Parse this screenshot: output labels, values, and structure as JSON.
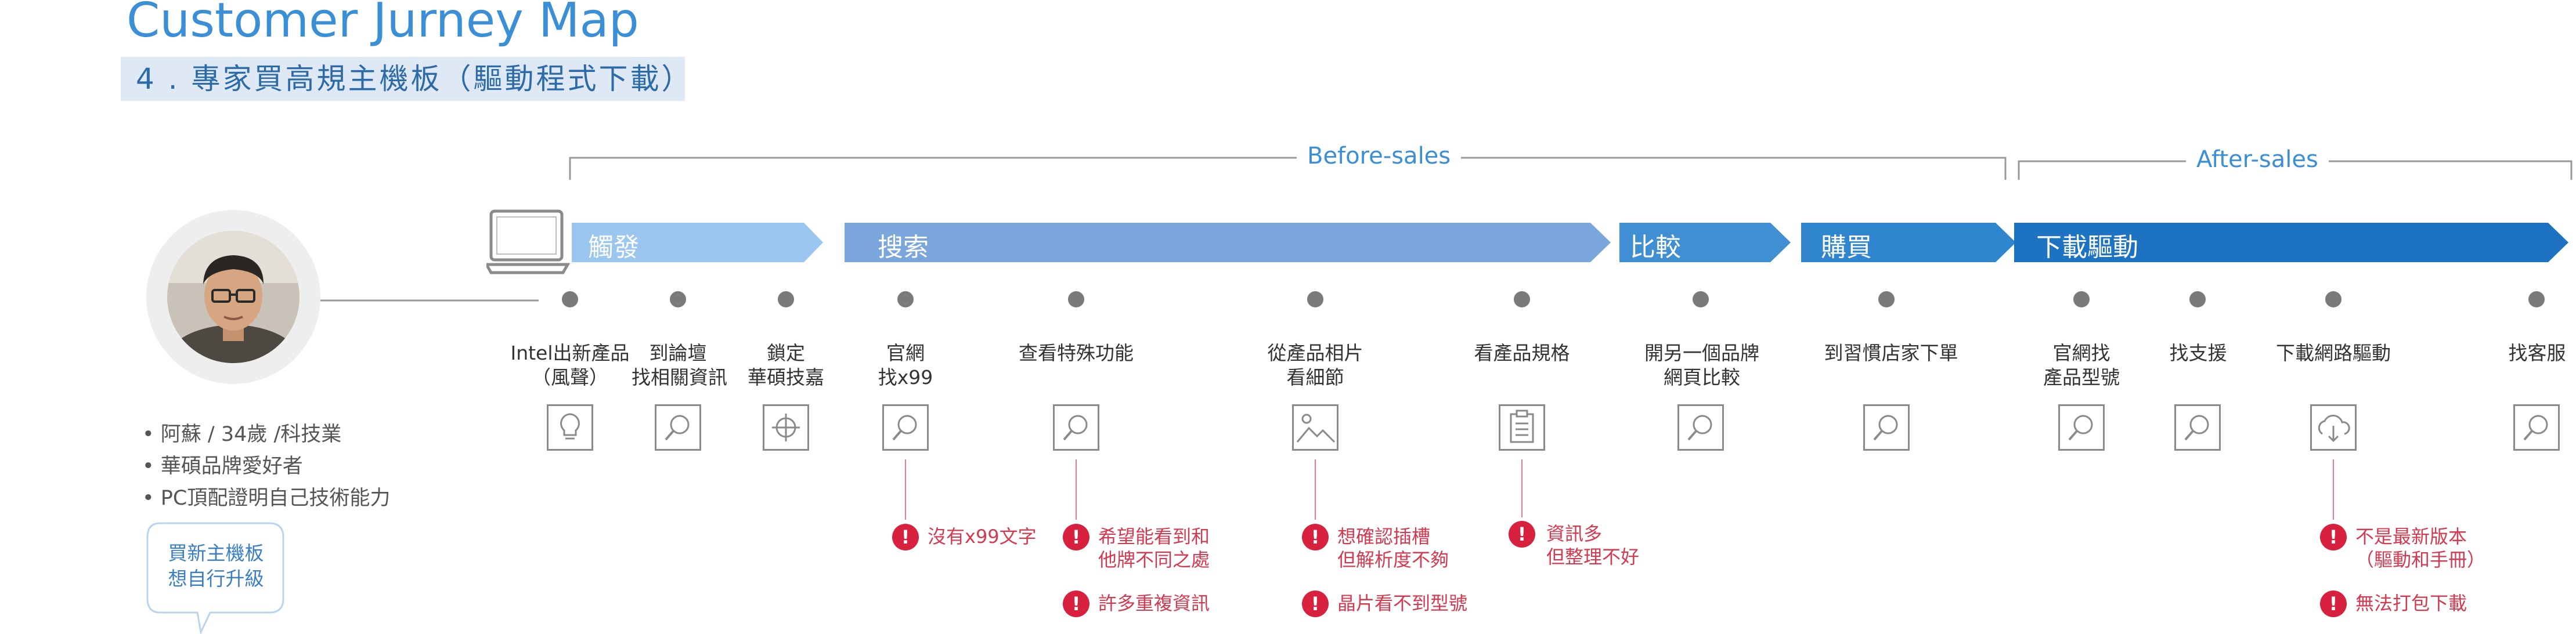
{
  "header": {
    "title": "Customer Jurney Map",
    "subtitle": "4 . 專家買高規主機板（驅動程式下載）"
  },
  "phases": {
    "before": "Before-sales",
    "after": "After-sales"
  },
  "stages": {
    "trigger": "觸發",
    "search": "搜索",
    "compare": "比較",
    "buy": "購買",
    "download": "下載驅動"
  },
  "steps": {
    "s1": {
      "l1": "Intel出新產品",
      "l2": "（風聲）"
    },
    "s2": {
      "l1": "到論壇",
      "l2": "找相關資訊"
    },
    "s3": {
      "l1": "鎖定",
      "l2": "華碩技嘉"
    },
    "s4": {
      "l1": "官網",
      "l2": "找x99"
    },
    "s5": {
      "l1": "查看特殊功能"
    },
    "s6": {
      "l1": "從產品相片",
      "l2": "看細節"
    },
    "s7": {
      "l1": "看產品規格"
    },
    "s8": {
      "l1": "開另一個品牌",
      "l2": "網頁比較"
    },
    "s9": {
      "l1": "到習慣店家下單"
    },
    "s10": {
      "l1": "官網找",
      "l2": "產品型號"
    },
    "s11": {
      "l1": "找支援"
    },
    "s12": {
      "l1": "下載網路驅動"
    },
    "s13": {
      "l1": "找客服"
    }
  },
  "pains": {
    "p1": {
      "l1": "沒有x99文字"
    },
    "p2": {
      "l1": "希望能看到和",
      "l2": "他牌不同之處"
    },
    "p3": {
      "l1": "許多重複資訊"
    },
    "p4": {
      "l1": "想確認插槽",
      "l2": "但解析度不夠"
    },
    "p5": {
      "l1": "晶片看不到型號"
    },
    "p6": {
      "l1": "資訊多",
      "l2": "但整理不好"
    },
    "p7": {
      "l1": "不是最新版本",
      "l2": "（驅動和手冊）"
    },
    "p8": {
      "l1": "無法打包下載"
    }
  },
  "persona": {
    "traits": [
      "阿蘇 / 34歲 /科技業",
      "華碩品牌愛好者",
      "PC頂配證明自己技術能力"
    ],
    "bubble": {
      "l1": "買新主機板",
      "l2": "想自行升級"
    }
  },
  "colors": {
    "trigger": "#9ac6ef",
    "search": "#7aa6dc",
    "compare": "#3f8fd2",
    "buy": "#2f86cf",
    "download": "#1d73c2",
    "pain": "#d8203f",
    "title": "#3a8fd6"
  },
  "pain_icon": "!"
}
